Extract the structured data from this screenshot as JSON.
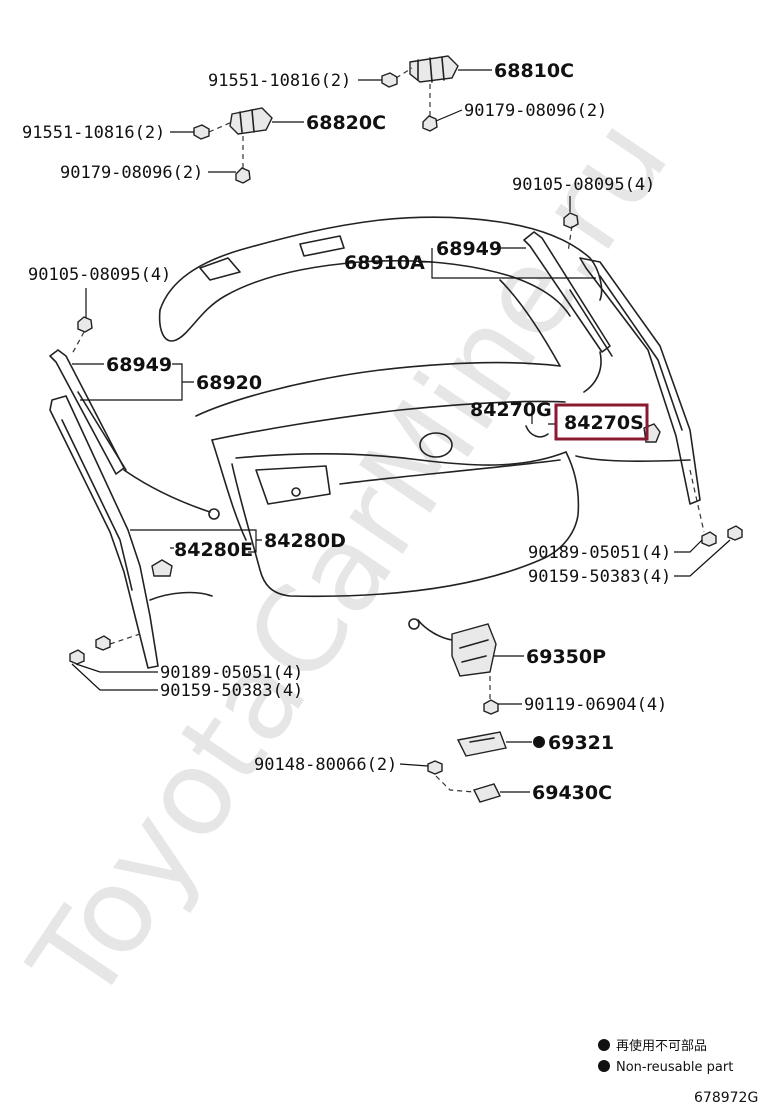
{
  "watermark": "ToyotaCarMine.ru",
  "labels": {
    "p68810C": "68810C",
    "p68820C": "68820C",
    "p91551_top": "91551-10816(2)",
    "p91551_left": "91551-10816(2)",
    "p90179_right": "90179-08096(2)",
    "p90179_left": "90179-08096(2)",
    "p90105_right": "90105-08095(4)",
    "p90105_left": "90105-08095(4)",
    "p68949_top": "68949",
    "p68910A": "68910A",
    "p68949_left": "68949",
    "p68920": "68920",
    "p84270G": "84270G",
    "p84270S": "84270S",
    "p84280E": "84280E",
    "p84280D": "84280D",
    "p90189_right": "90189-05051(4)",
    "p90159_right": "90159-50383(4)",
    "p90189_left": "90189-05051(4)",
    "p90159_left": "90159-50383(4)",
    "p69350P": "69350P",
    "p90119": "90119-06904(4)",
    "p69321": "69321",
    "p90148": "90148-80066(2)",
    "p69430C": "69430C"
  },
  "highlighted_part": "84270S",
  "highlight_color": "#8b1a2f",
  "legend": {
    "line1": "再使用不可部品",
    "line2": "Non-reusable part"
  },
  "diagram_code": "678972G"
}
